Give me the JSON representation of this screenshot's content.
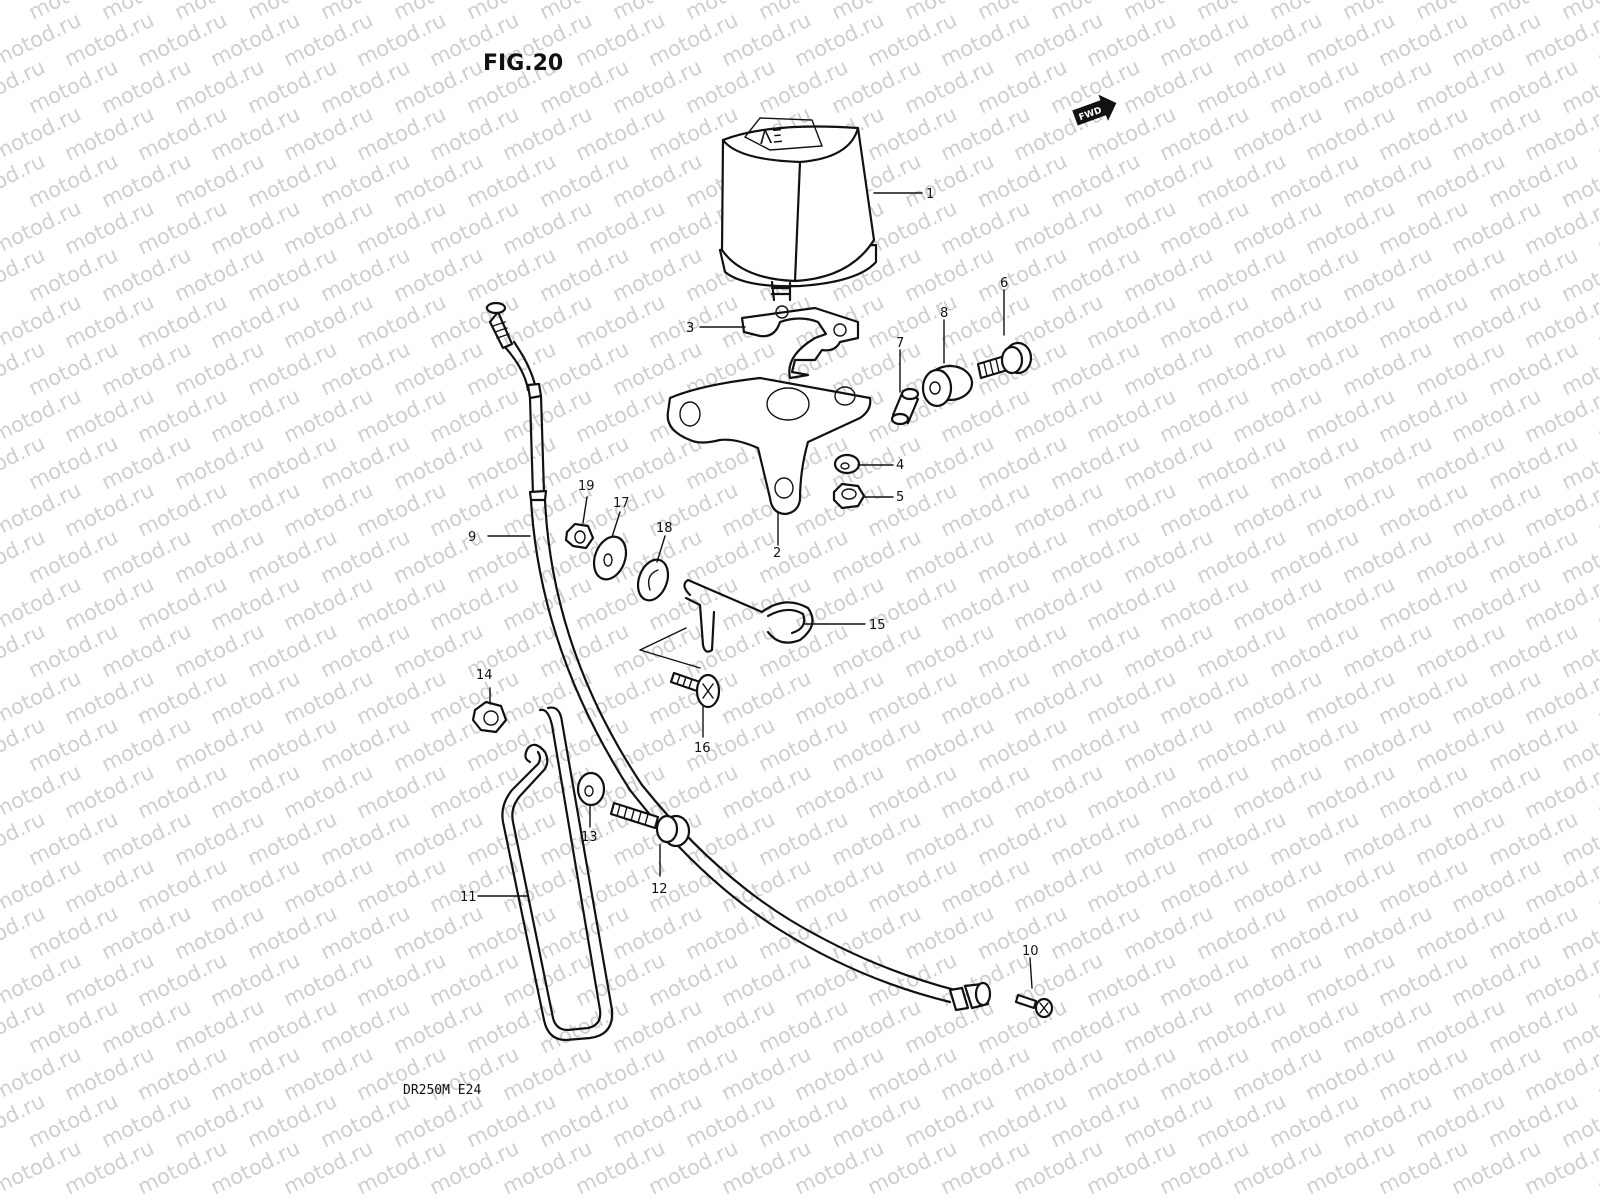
{
  "figure": {
    "title": "FIG.20",
    "model_code": "DR250M E24"
  },
  "watermark": {
    "text": "motod.ru"
  },
  "direction_marker": {
    "label": "FWD"
  },
  "callouts": [
    {
      "id": "1",
      "label": "1"
    },
    {
      "id": "2",
      "label": "2"
    },
    {
      "id": "3",
      "label": "3"
    },
    {
      "id": "4",
      "label": "4"
    },
    {
      "id": "5",
      "label": "5"
    },
    {
      "id": "6",
      "label": "6"
    },
    {
      "id": "7",
      "label": "7"
    },
    {
      "id": "8",
      "label": "8"
    },
    {
      "id": "9",
      "label": "9"
    },
    {
      "id": "10",
      "label": "10"
    },
    {
      "id": "11",
      "label": "11"
    },
    {
      "id": "12",
      "label": "12"
    },
    {
      "id": "13",
      "label": "13"
    },
    {
      "id": "14",
      "label": "14"
    },
    {
      "id": "15",
      "label": "15"
    },
    {
      "id": "16",
      "label": "16"
    },
    {
      "id": "17",
      "label": "17"
    },
    {
      "id": "18",
      "label": "18"
    },
    {
      "id": "19",
      "label": "19"
    }
  ]
}
